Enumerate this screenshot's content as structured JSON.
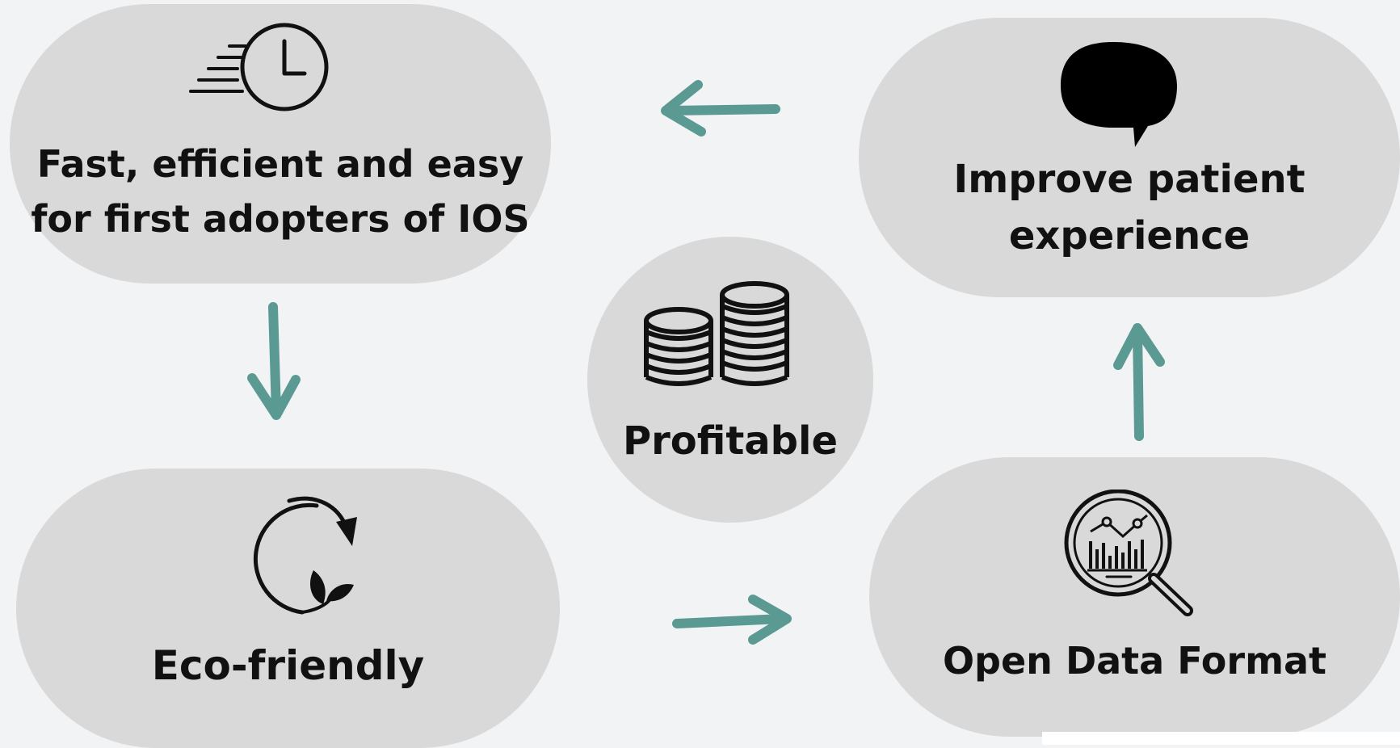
{
  "diagram": {
    "nodes": [
      {
        "id": "fast",
        "label_lines": [
          "Fast, efficient and easy",
          "for first adopters of IOS"
        ],
        "icon": "fast-clock-icon"
      },
      {
        "id": "patient",
        "label_lines": [
          "Improve patient",
          "experience"
        ],
        "icon": "speech-bubble-icon"
      },
      {
        "id": "eco",
        "label": "Eco-friendly",
        "icon": "recycle-leaf-icon"
      },
      {
        "id": "open_data",
        "label": "Open Data Format",
        "icon": "data-magnifier-icon"
      },
      {
        "id": "profitable",
        "label": "Profitable",
        "icon": "coin-stacks-icon"
      }
    ],
    "flow": [
      {
        "from": "fast",
        "to": "eco"
      },
      {
        "from": "eco",
        "to": "open_data"
      },
      {
        "from": "open_data",
        "to": "patient"
      },
      {
        "from": "patient",
        "to": "fast"
      }
    ],
    "colors": {
      "background": "#f2f3f5",
      "node_fill": "#d9d9d9",
      "arrow": "#5b9a93",
      "text": "#111111"
    }
  }
}
